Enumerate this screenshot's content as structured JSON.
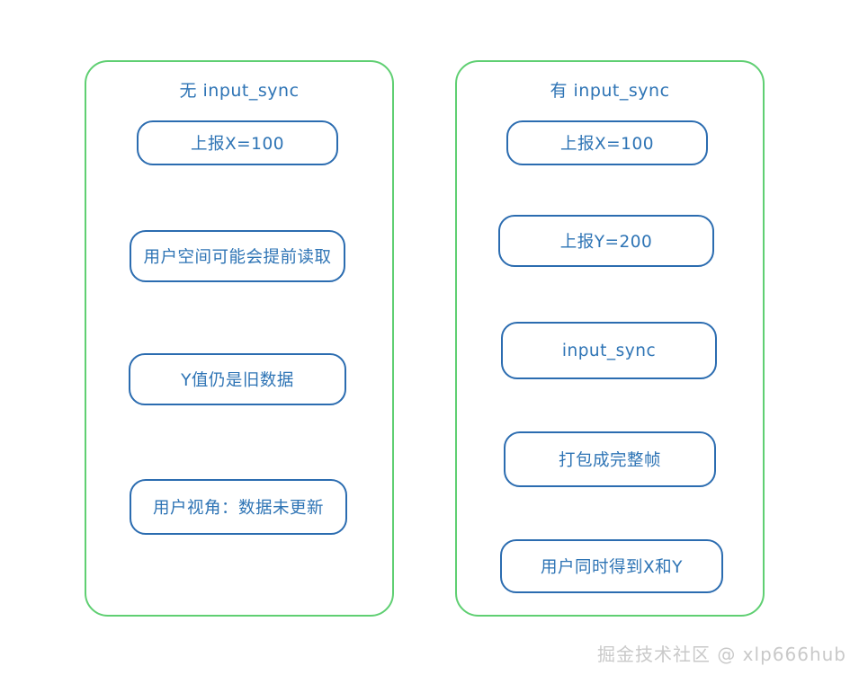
{
  "diagram": {
    "background": "#ffffff",
    "panel_border_color": "#5FCF72",
    "node_border_color": "#2B6CB0",
    "text_color": "#2E74B5",
    "arrow_color": "#2B6CB0"
  },
  "panels": [
    {
      "id": "left",
      "title": "无 input_sync",
      "nodes": [
        {
          "label": "上报X=100"
        },
        {
          "label": "用户空间可能会提前读取"
        },
        {
          "label": "Y值仍是旧数据"
        },
        {
          "label": "用户视角：数据未更新"
        }
      ]
    },
    {
      "id": "right",
      "title": "有 input_sync",
      "nodes": [
        {
          "label": "上报X=100"
        },
        {
          "label": "上报Y=200"
        },
        {
          "label": "input_sync"
        },
        {
          "label": "打包成完整帧"
        },
        {
          "label": "用户同时得到X和Y"
        }
      ]
    }
  ],
  "watermark": {
    "text": "掘金技术社区 @ xlp666hub"
  }
}
